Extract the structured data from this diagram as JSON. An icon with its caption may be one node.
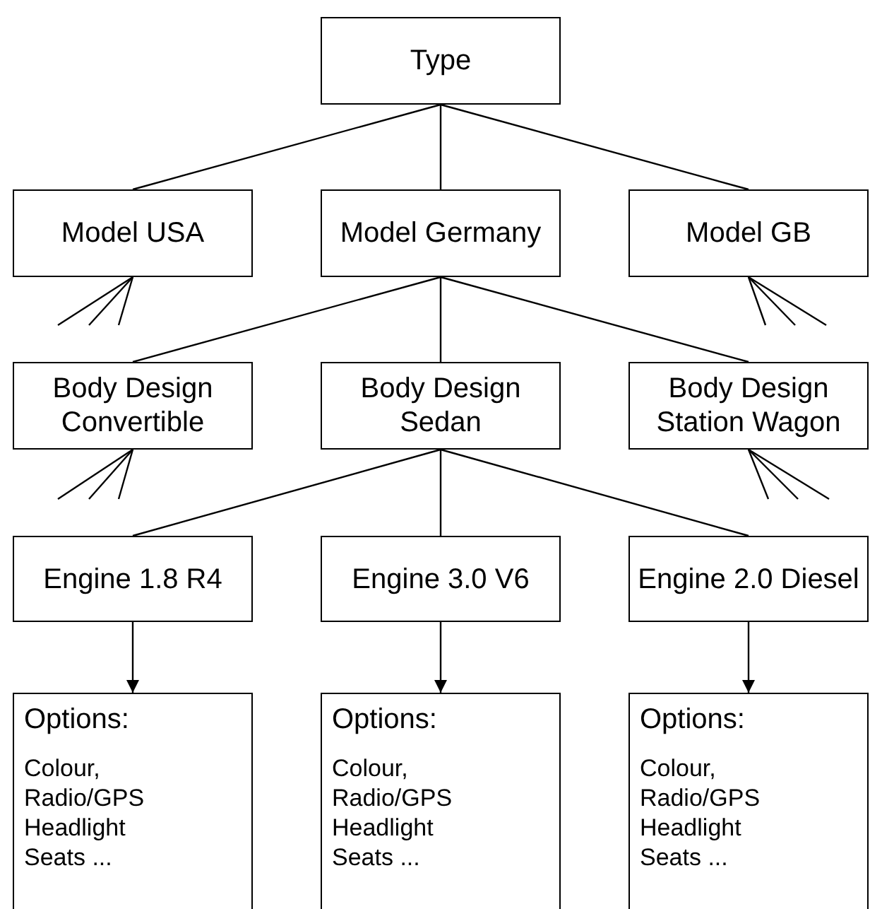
{
  "diagram": {
    "nodes": [
      {
        "text": [
          "Type"
        ]
      },
      {
        "text": [
          "Model USA"
        ]
      },
      {
        "text": [
          "Model Germany"
        ]
      },
      {
        "text": [
          "Model GB"
        ]
      },
      {
        "text": [
          "Body Design Convertible"
        ]
      },
      {
        "text": [
          "Body Design Sedan"
        ]
      },
      {
        "text": [
          "Body Design Station Wagon"
        ]
      },
      {
        "text": [
          "Engine 1.8 R4"
        ]
      },
      {
        "text": [
          "Engine 3.0 V6"
        ]
      },
      {
        "text": [
          "Engine 2.0 Diesel"
        ]
      },
      {
        "text": [
          "Options:",
          "Colour, Radio/GPS Headlight Seats ..."
        ]
      },
      {
        "text": [
          "Options:",
          "Colour, Radio/GPS Headlight Seats ..."
        ]
      },
      {
        "text": [
          "Options:",
          "Colour, Radio/GPS Headlight Seats ..."
        ]
      }
    ],
    "edges": [
      {
        "from": 0,
        "to": 1,
        "arrow": "none"
      },
      {
        "from": 0,
        "to": 2,
        "arrow": "none"
      },
      {
        "from": 0,
        "to": 3,
        "arrow": "none"
      },
      {
        "from": 1,
        "to": null,
        "arrow": "none"
      },
      {
        "from": 1,
        "to": null,
        "arrow": "none"
      },
      {
        "from": 1,
        "to": null,
        "arrow": "none"
      },
      {
        "from": 3,
        "to": null,
        "arrow": "none"
      },
      {
        "from": 3,
        "to": null,
        "arrow": "none"
      },
      {
        "from": 3,
        "to": null,
        "arrow": "none"
      },
      {
        "from": 2,
        "to": 4,
        "arrow": "none"
      },
      {
        "from": 2,
        "to": 5,
        "arrow": "none"
      },
      {
        "from": 2,
        "to": 6,
        "arrow": "none"
      },
      {
        "from": 4,
        "to": null,
        "arrow": "none"
      },
      {
        "from": 4,
        "to": null,
        "arrow": "none"
      },
      {
        "from": 4,
        "to": null,
        "arrow": "none"
      },
      {
        "from": 6,
        "to": null,
        "arrow": "none"
      },
      {
        "from": 6,
        "to": null,
        "arrow": "none"
      },
      {
        "from": 6,
        "to": null,
        "arrow": "none"
      },
      {
        "from": 5,
        "to": 7,
        "arrow": "none"
      },
      {
        "from": 5,
        "to": 8,
        "arrow": "none"
      },
      {
        "from": 5,
        "to": 9,
        "arrow": "none"
      },
      {
        "from": 7,
        "to": 10,
        "arrow": "to"
      },
      {
        "from": 8,
        "to": 11,
        "arrow": "to"
      },
      {
        "from": 9,
        "to": 12,
        "arrow": "to"
      }
    ]
  }
}
